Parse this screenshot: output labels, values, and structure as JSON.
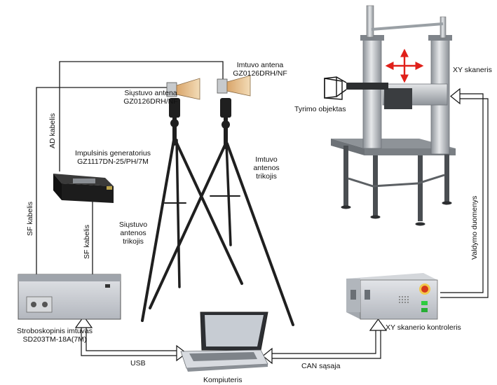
{
  "labels": {
    "ad_cable": "AD kabelis",
    "sf_cable_left": "SF kabelis",
    "sf_cable_mid": "SF kabelis",
    "tx_antenna": [
      "Siųstuvo antena",
      "GZ0126DRH/NF"
    ],
    "rx_antenna": [
      "Imtuvo antena",
      "GZ0126DRH/NF"
    ],
    "pulse_generator": [
      "Impulsinis generatorius",
      "GZ1117DN-25/PH/7M"
    ],
    "tx_tripod": [
      "Siųstuvo",
      "antenos",
      "trikojis"
    ],
    "rx_tripod": [
      "Imtuvo",
      "antenos",
      "trikojis"
    ],
    "xy_scanner": "XY skaneris",
    "test_object": "Tyrimo objektas",
    "control_data": "Valdymo duomenys",
    "receiver": [
      "Stroboskopinis imtuvas",
      "SD203TM-18A(7M)"
    ],
    "controller": "XY skanerio kontroleris",
    "computer": "Kompiuteris",
    "usb": "USB",
    "can_bus": "CAN sąsaja"
  },
  "colors": {
    "motion_arrows": "#e0201a",
    "generator_body": "#1c1c1c",
    "receiver_panel": "#c9ccd2",
    "controller_body": "#c2c6cc",
    "table_top": "#b8bcc0",
    "stop_button": "#d63a1a"
  },
  "icons": [
    "horn-antenna",
    "tripod",
    "laptop",
    "emergency-stop",
    "status-led"
  ]
}
